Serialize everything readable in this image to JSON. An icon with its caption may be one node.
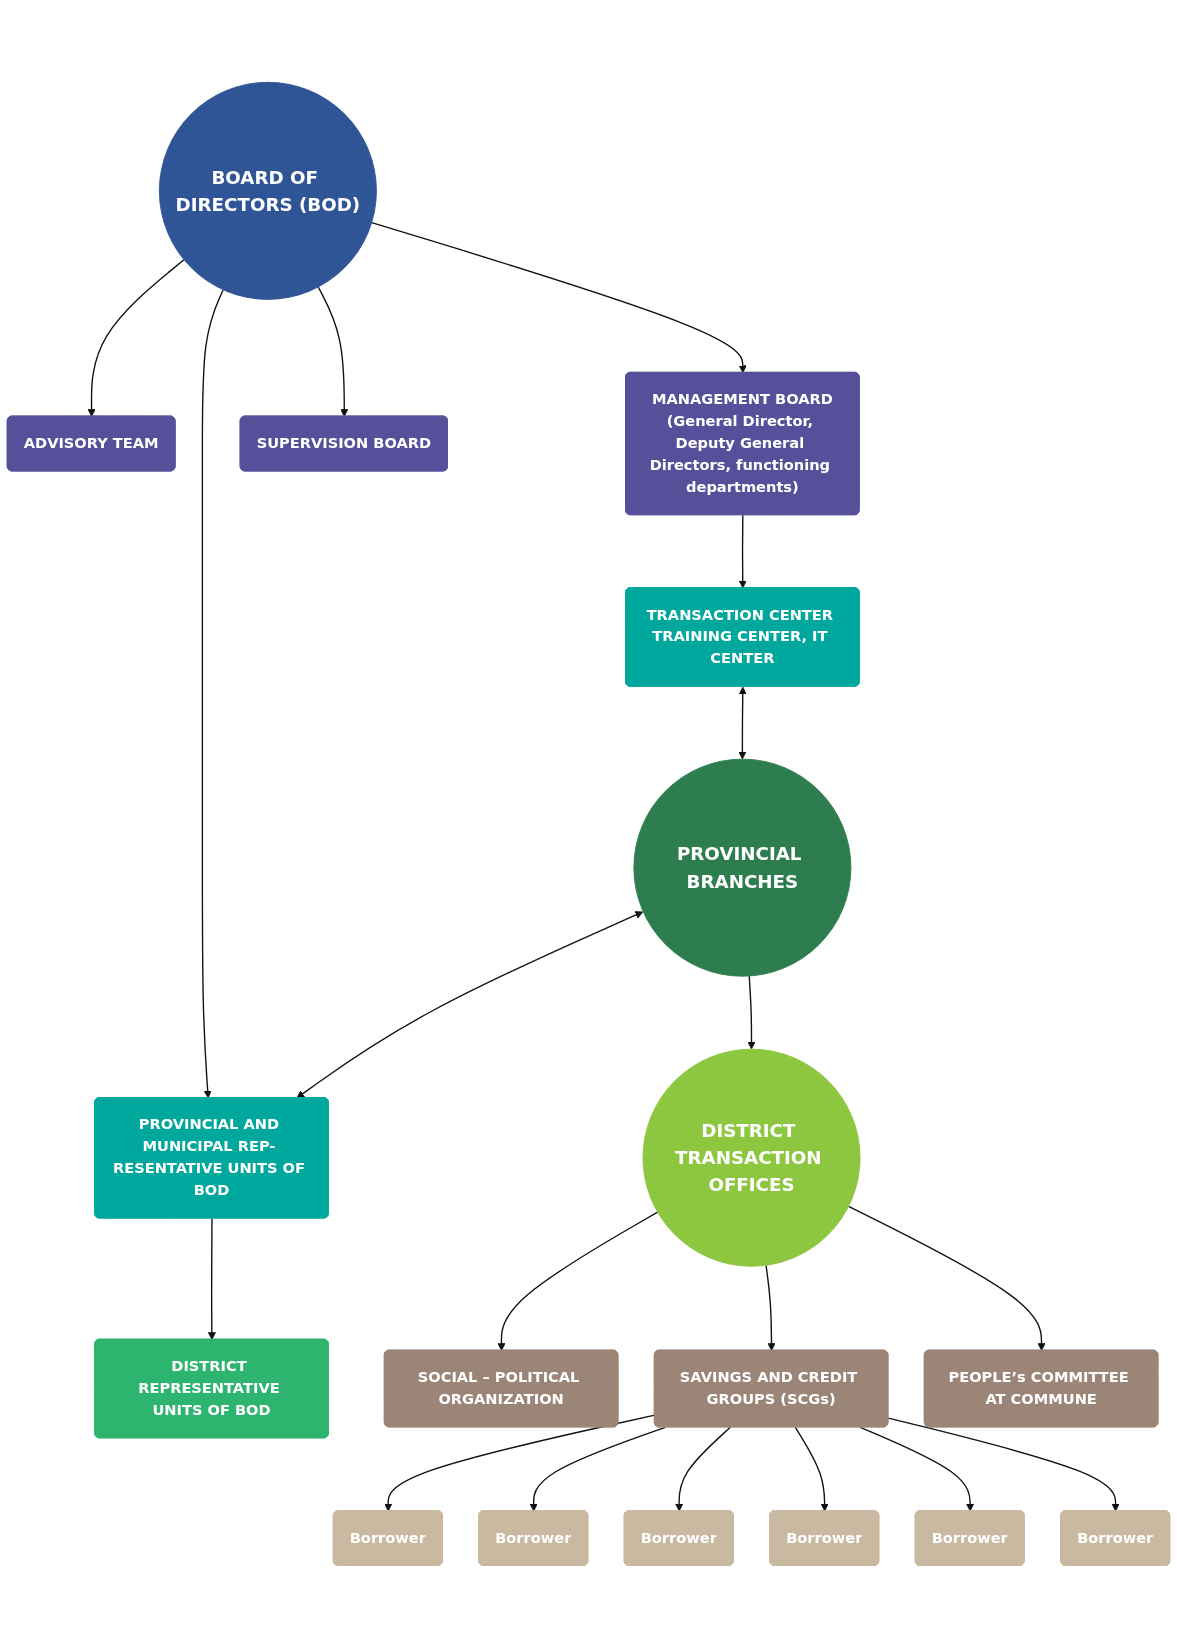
{
  "diagram": {
    "nodes": [
      {
        "text": [
          "BOARD OF DIRECTORS (BOD)"
        ]
      },
      {
        "text": [
          "ADVISORY TEAM"
        ]
      },
      {
        "text": [
          "MANAGEMENT BOARD",
          "(General Director, Deputy General Directors, functioning departments)"
        ]
      },
      {
        "text": [
          "SUPERVISION BOARD"
        ]
      },
      {
        "text": [
          "TRANSACTION CENTER TRAINING CENTER, IT CENTER"
        ]
      },
      {
        "text": [
          "PROVINCIAL BRANCHES"
        ]
      },
      {
        "text": [
          "PROVINCIAL AND MUNICIPAL REP- RESENTATIVE UNITS OF BOD"
        ]
      },
      {
        "text": [
          "DISTRICT TRANSACTION OFFICES"
        ]
      },
      {
        "text": [
          "DISTRICT REPRESENTATIVE UNITS OF BOD"
        ]
      },
      {
        "text": [
          "SOCIAL – POLITICAL ORGANIZATION"
        ]
      },
      {
        "text": [
          "SAVINGS AND CREDIT GROUPS (SCGs)"
        ]
      },
      {
        "text": [
          "PEOPLE’s COMMITTEE AT COMMUNE"
        ]
      },
      {
        "text": [
          "Borrower"
        ]
      },
      {
        "text": [
          "Borrower"
        ]
      },
      {
        "text": [
          "Borrower"
        ]
      },
      {
        "text": [
          "Borrower"
        ]
      },
      {
        "text": [
          "Borrower"
        ]
      },
      {
        "text": [
          "Borrower"
        ]
      }
    ],
    "edges": [
      {
        "from": 0,
        "to": 1,
        "arrow": "to"
      },
      {
        "from": 0,
        "to": 2,
        "arrow": "to"
      },
      {
        "from": 0,
        "to": 3,
        "arrow": "to"
      },
      {
        "from": 0,
        "to": 6,
        "arrow": "to"
      },
      {
        "from": 2,
        "to": 4,
        "arrow": "to"
      },
      {
        "from": 4,
        "to": 5,
        "arrow": "both"
      },
      {
        "from": 5,
        "to": 6,
        "arrow": "both"
      },
      {
        "from": 5,
        "to": 7,
        "arrow": "to"
      },
      {
        "from": 6,
        "to": 8,
        "arrow": "to"
      },
      {
        "from": 7,
        "to": 9,
        "arrow": "to"
      },
      {
        "from": 7,
        "to": 10,
        "arrow": "to"
      },
      {
        "from": 7,
        "to": 11,
        "arrow": "to"
      },
      {
        "from": 10,
        "to": 12,
        "arrow": "to"
      },
      {
        "from": 10,
        "to": 13,
        "arrow": "to"
      },
      {
        "from": 10,
        "to": 14,
        "arrow": "to"
      },
      {
        "from": 10,
        "to": 15,
        "arrow": "to"
      },
      {
        "from": 10,
        "to": 16,
        "arrow": "to"
      },
      {
        "from": 10,
        "to": 17,
        "arrow": "to"
      }
    ]
  }
}
